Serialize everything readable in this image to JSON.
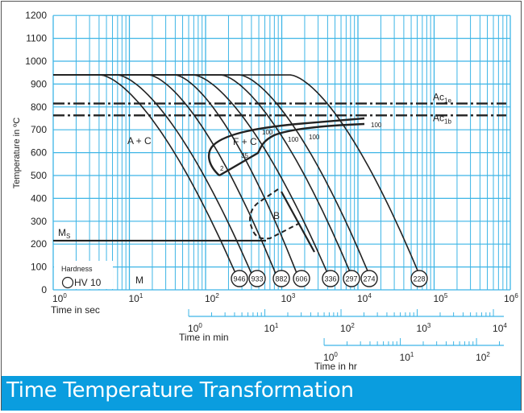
{
  "title": "Time Temperature Transformation",
  "colors": {
    "grid": "#3db5e6",
    "title_bar": "#0a9ddf",
    "curve": "#222222"
  },
  "chart_data": {
    "type": "line",
    "ylabel": "Temperature in ºC",
    "ylim": [
      0,
      1200
    ],
    "yticks": [
      "0",
      "100",
      "200",
      "300",
      "400",
      "500",
      "600",
      "700",
      "800",
      "900",
      "1000",
      "1100",
      "1200"
    ],
    "x_scale": "log",
    "xlim_s": [
      1,
      1000000
    ],
    "x_axes": [
      {
        "label": "Time in sec",
        "ticks": [
          {
            "b": "10",
            "e": "0"
          },
          {
            "b": "10",
            "e": "1"
          },
          {
            "b": "10",
            "e": "2"
          },
          {
            "b": "10",
            "e": "3"
          },
          {
            "b": "10",
            "e": "4"
          },
          {
            "b": "10",
            "e": "5"
          },
          {
            "b": "10",
            "e": "6"
          }
        ]
      },
      {
        "label": "Time in min",
        "ticks": [
          {
            "b": "10",
            "e": "0"
          },
          {
            "b": "10",
            "e": "1"
          },
          {
            "b": "10",
            "e": "2"
          },
          {
            "b": "10",
            "e": "3"
          },
          {
            "b": "10",
            "e": "4"
          }
        ]
      },
      {
        "label": "Time in hr",
        "ticks": [
          {
            "b": "10",
            "e": "0"
          },
          {
            "b": "10",
            "e": "1"
          },
          {
            "b": "10",
            "e": "2"
          }
        ]
      }
    ],
    "grid": true,
    "austenitizing_temp": 940,
    "lines": [
      {
        "name": "Ac",
        "sub": "1e",
        "temp": 815
      },
      {
        "name": "Ac",
        "sub": "1b",
        "temp": 763
      },
      {
        "name": "M",
        "sub": "S",
        "temp": 215
      }
    ],
    "cooling_curves": [
      {
        "hardness": "946",
        "start_s": 4.2,
        "end_s": 260
      },
      {
        "hardness": "933",
        "start_s": 7,
        "end_s": 420
      },
      {
        "hardness": "882",
        "start_s": 18,
        "end_s": 870
      },
      {
        "hardness": "606",
        "start_s": 40,
        "end_s": 1650
      },
      {
        "hardness": "336",
        "start_s": 70,
        "end_s": 4200
      },
      {
        "hardness": "297",
        "start_s": 160,
        "end_s": 8400
      },
      {
        "hardness": "274",
        "start_s": 280,
        "end_s": 14500
      },
      {
        "hardness": "228",
        "start_s": 1300,
        "end_s": 66000
      }
    ],
    "regions": [
      "A + C",
      "F + C",
      "B",
      "M"
    ],
    "annotations": [
      "100",
      "100",
      "100",
      "100",
      "2",
      "35"
    ],
    "legend": {
      "title": "Hardness",
      "entry": "HV 10"
    }
  }
}
